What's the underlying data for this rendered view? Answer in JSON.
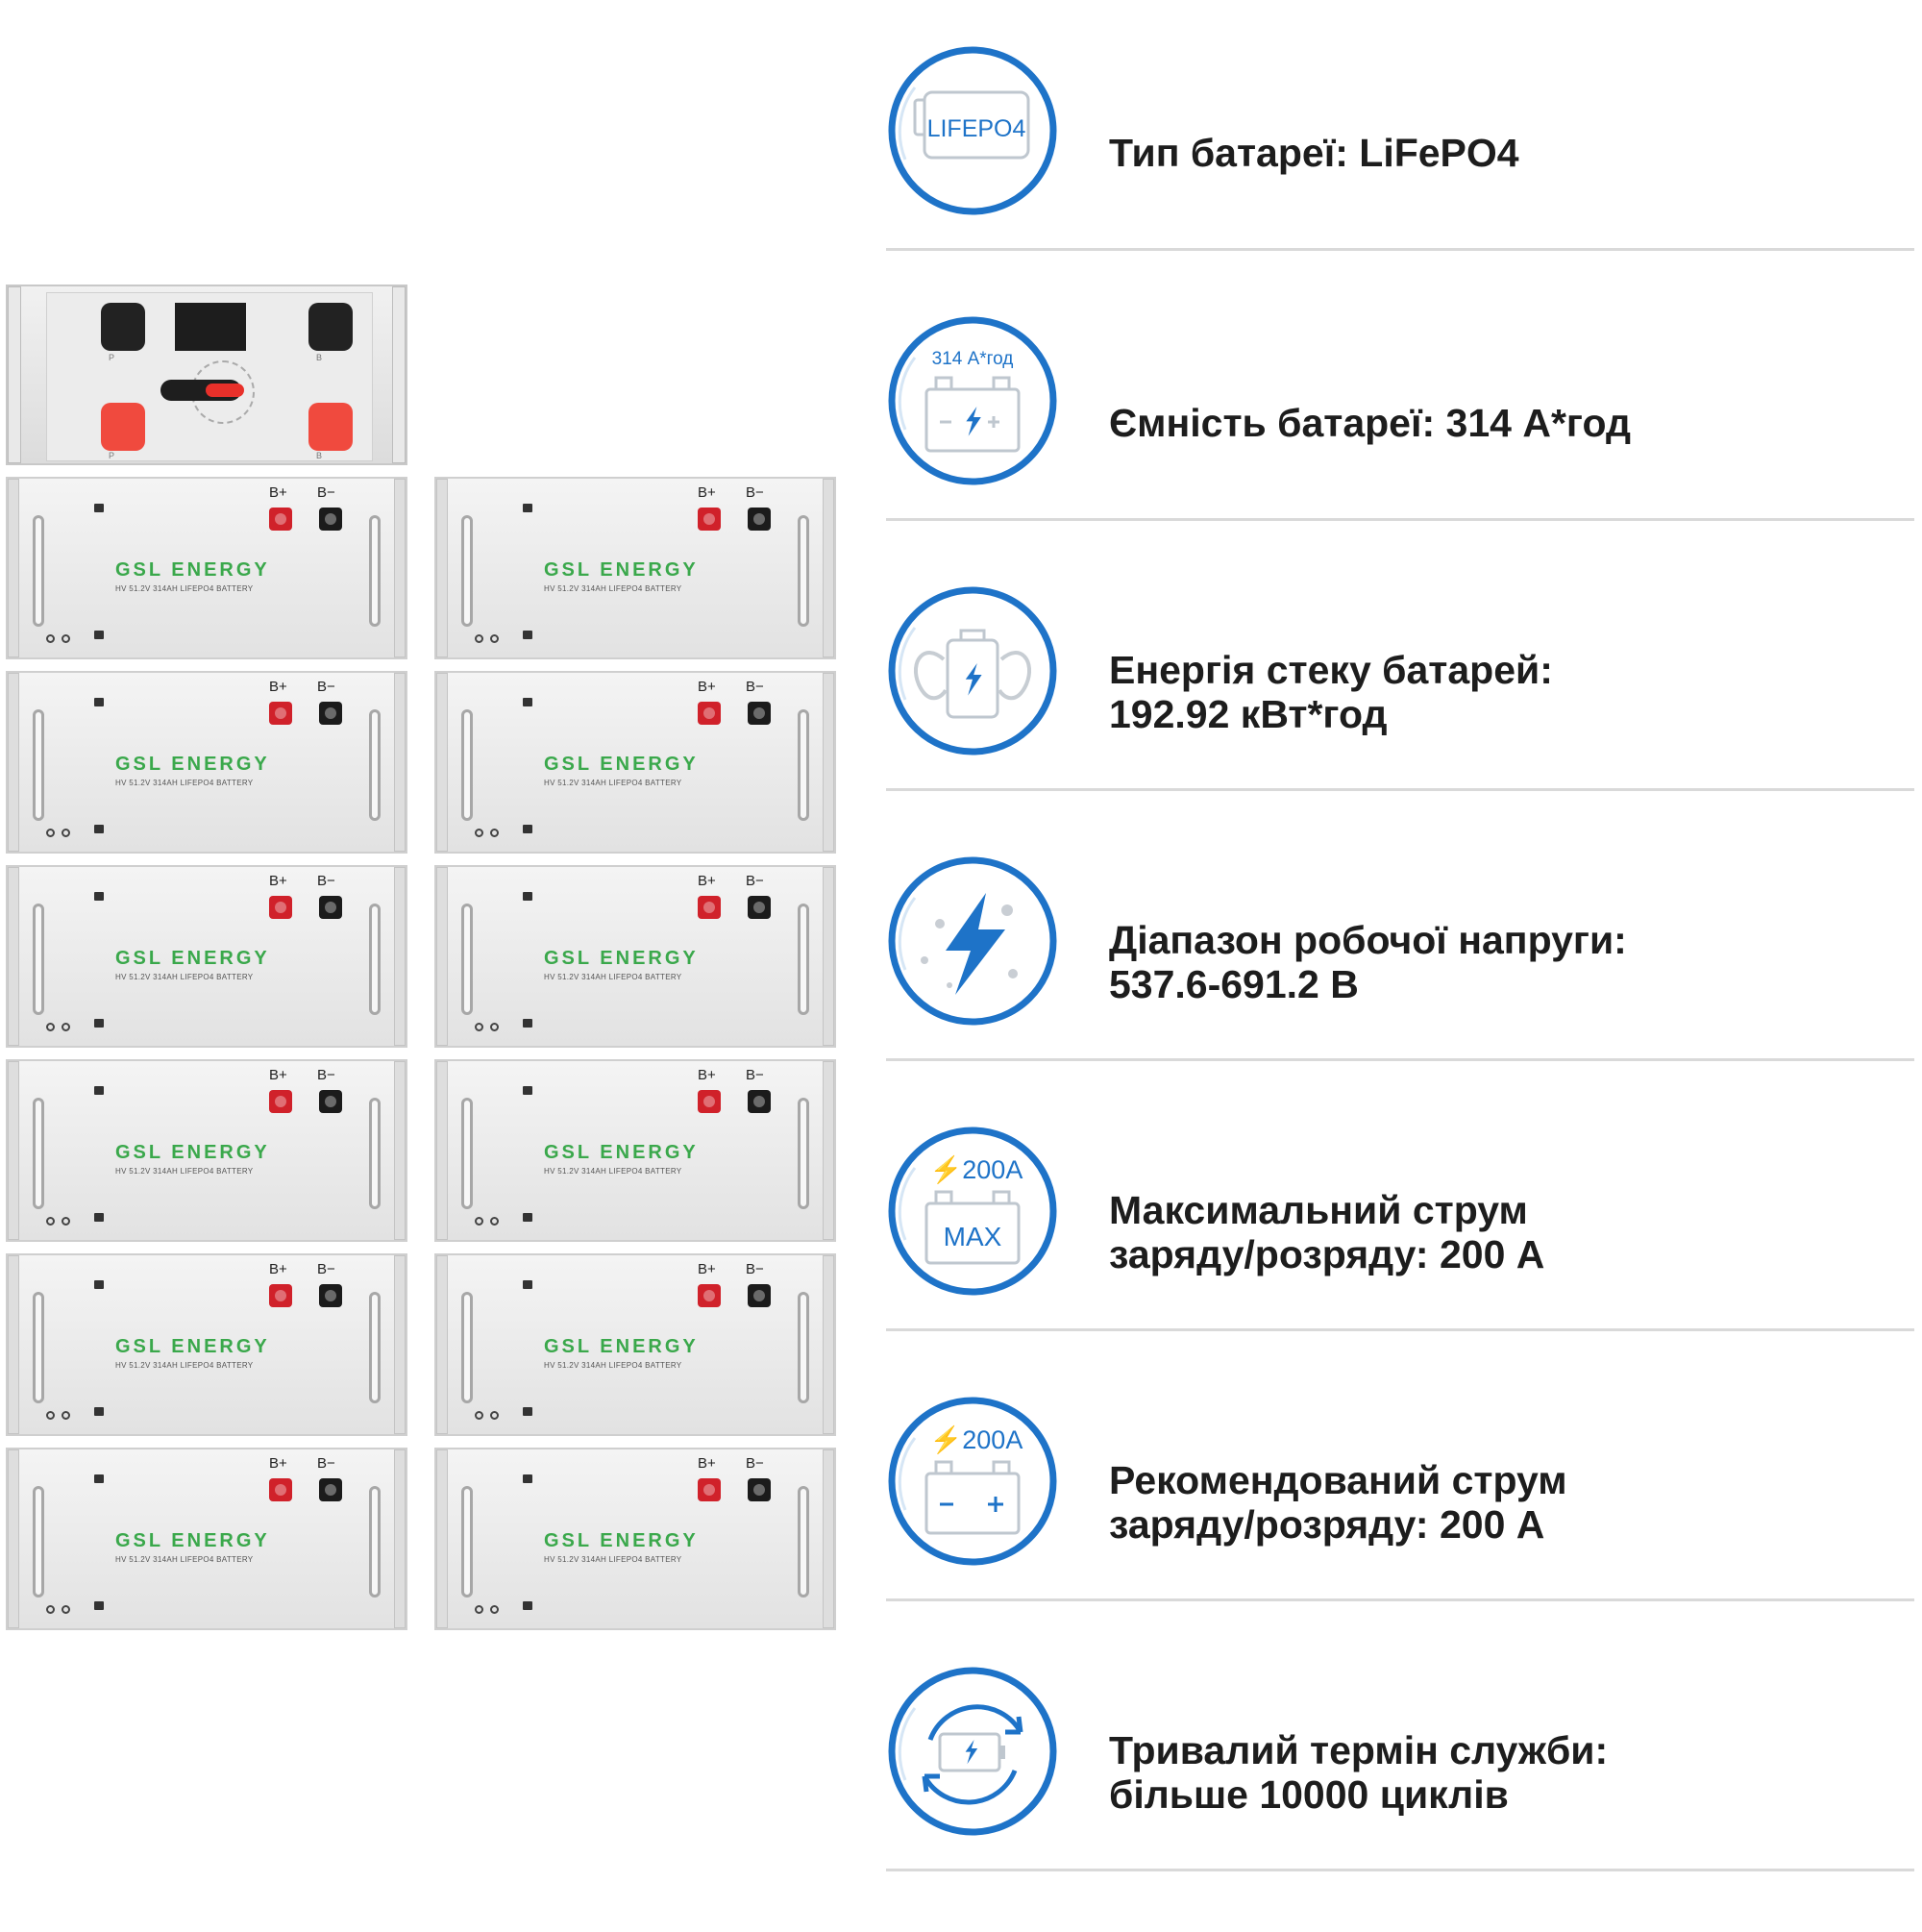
{
  "stack": {
    "brand": "GSL ENERGY",
    "model": "HV 51.2V 314AH LIFEPO4 BATTERY",
    "terminal_pos": "B+",
    "terminal_neg": "B−",
    "bms_label_p": "P",
    "bms_label_b": "B",
    "module_count": 12,
    "brand_color": "#3aa84b"
  },
  "specs": [
    {
      "icon": "lifepo4-cell-icon",
      "icon_text": "LIFEPO4",
      "line1": "Тип батареї: LiFePO4",
      "line2": ""
    },
    {
      "icon": "battery-capacity-icon",
      "icon_text": "314 А*год",
      "line1": "Ємність батареї: 314 А*год",
      "line2": ""
    },
    {
      "icon": "battery-strength-icon",
      "icon_text": "",
      "line1": "Енергія стеку батарей:",
      "line2": "192.92 кВт*год"
    },
    {
      "icon": "lightning-icon",
      "icon_text": "",
      "line1": "Діапазон робочої напруги:",
      "line2": "537.6-691.2 В"
    },
    {
      "icon": "max-current-icon",
      "icon_text": "200A",
      "icon_text2": "MAX",
      "line1": "Максимальний струм",
      "line2": "заряду/розряду: 200 А"
    },
    {
      "icon": "recommended-current-icon",
      "icon_text": "200A",
      "line1": "Рекомендований струм",
      "line2": "заряду/розряду: 200 А"
    },
    {
      "icon": "cycle-life-icon",
      "icon_text": "",
      "line1": "Тривалий термін служби:",
      "line2": "більше 10000 циклів"
    }
  ],
  "colors": {
    "accent_blue": "#1e73c8",
    "text": "#1d1d1d",
    "divider": "#d9d9d9"
  }
}
